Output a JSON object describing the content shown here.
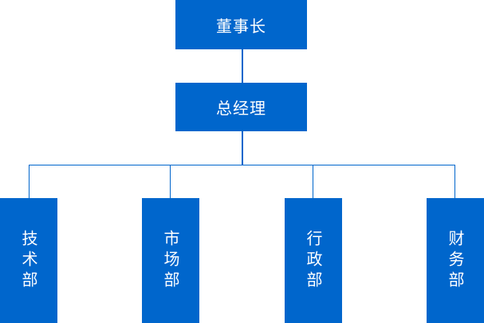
{
  "colors": {
    "box_fill": "#0066cc",
    "box_text": "#ffffff",
    "connector": "#0066cc",
    "background": "#ffffff"
  },
  "org": {
    "chairman": "董事长",
    "general_manager": "总经理",
    "departments": [
      {
        "label": "技术部"
      },
      {
        "label": "市场部"
      },
      {
        "label": "行政部"
      },
      {
        "label": "财务部"
      }
    ]
  }
}
